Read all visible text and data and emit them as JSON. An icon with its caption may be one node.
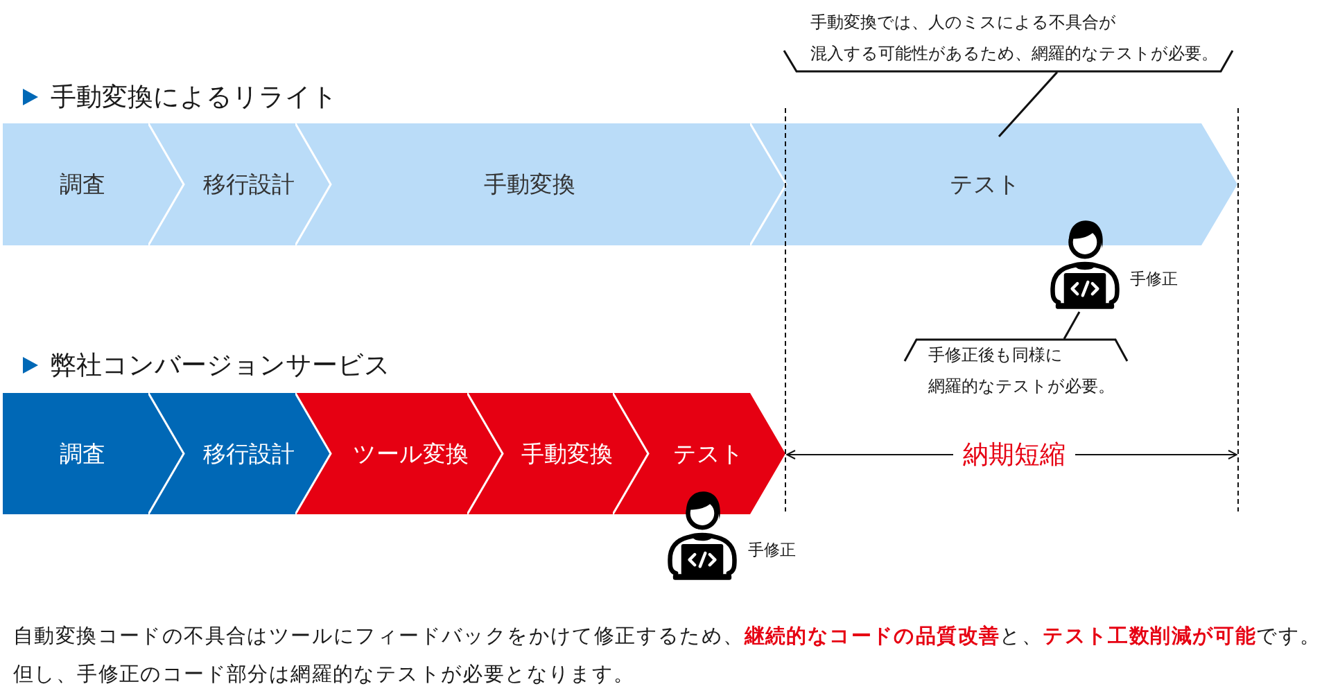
{
  "diagram": {
    "nodes": [
      {
        "text": [
          "手動変換では、人のミスによる不具合が混入する可能性があるため、網羅的なテストが必要。"
        ]
      },
      {
        "text": [
          "調査"
        ]
      },
      {
        "text": [
          "移行設計"
        ]
      },
      {
        "text": [
          "手動変換"
        ]
      },
      {
        "text": [
          "テスト"
        ]
      },
      {
        "text": [],
        "shape": "person",
        "beside": [
          "手修正"
        ]
      },
      {
        "text": [
          "手修正後も同様に網羅的なテストが必要。"
        ]
      },
      {
        "text": [
          "調査"
        ]
      },
      {
        "text": [
          "移行設計"
        ]
      },
      {
        "text": [
          "ツール変換"
        ]
      },
      {
        "text": [
          "手動変換"
        ]
      },
      {
        "text": [
          "テスト"
        ]
      },
      {
        "text": [],
        "shape": "person",
        "beside": [
          "手修正"
        ]
      }
    ],
    "edges": [
      {
        "from": 0,
        "to": 4,
        "arrow": "none"
      },
      {
        "from": 6,
        "to": 5,
        "arrow": "none"
      }
    ],
    "labels": [
      "手動変換によるリライト",
      "弊社コンバージョンサービス",
      "納期短縮",
      "自動変換コードの不具合はツールにフィードバックをかけて修正するため、**継続的なコードの品質改善**と、**テスト工数削減が可能**です。",
      "但し、手修正のコード部分は網羅的なテストが必要となります。"
    ]
  }
}
